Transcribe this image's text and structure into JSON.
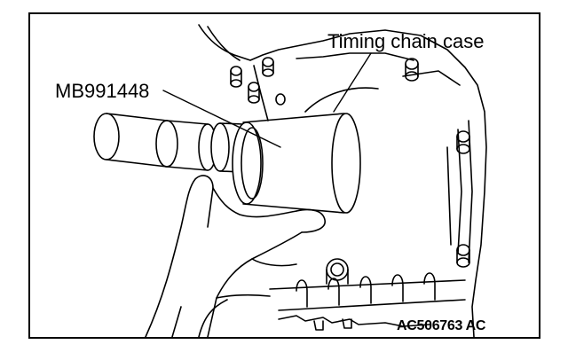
{
  "labels": {
    "timing_chain_case": "Timing chain case",
    "tool_number": "MB991448",
    "figure_code": "AC506763 AC"
  },
  "colors": {
    "ink": "#000000",
    "paper": "#ffffff"
  }
}
